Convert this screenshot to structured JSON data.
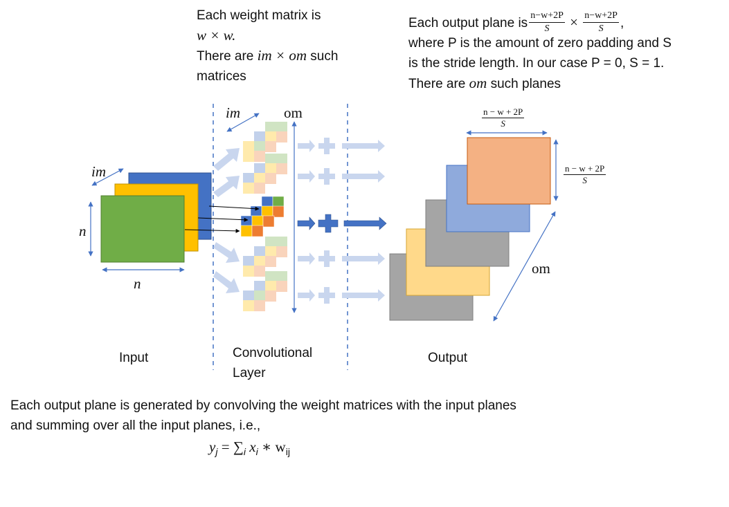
{
  "top_left_note": {
    "line1": "Each weight matrix is",
    "line2_math": "w × w.",
    "line3_prefix": "There are",
    "line3_math": "im × om",
    "line3_suffix": "such",
    "line4": "matrices"
  },
  "top_right_note": {
    "line1_prefix": "Each output plane is",
    "frac_num": "n−w+2P",
    "frac_den": "S",
    "times": "×",
    "comma": ",",
    "line2": "where P is the amount of zero padding and S",
    "line3": "is the stride length. In our case P = 0, S = 1.",
    "line4_prefix": "There are",
    "line4_math": "om",
    "line4_suffix": "such planes"
  },
  "labels": {
    "im_input": "im",
    "n_left": "n",
    "n_bottom": "n",
    "im_conv": "im",
    "om_conv": "om",
    "om_output": "om",
    "out_width_num": "n − w + 2P",
    "out_width_den": "S",
    "out_height_num": "n − w + 2P",
    "out_height_den": "S"
  },
  "section_labels": {
    "input": "Input",
    "conv_line1": "Convolutional",
    "conv_line2": "Layer",
    "output": "Output"
  },
  "bottom_note": {
    "line1": "Each output plane is generated by convolving the weight matrices with the input planes",
    "line2": "and summing over all the input planes, i.e.,",
    "eq_y": "y",
    "eq_y_sub": "j",
    "eq_equals": "=",
    "eq_sum": "∑",
    "eq_sum_sub": "i",
    "eq_x": "x",
    "eq_x_sub": "i",
    "eq_star": "∗",
    "eq_w": "w",
    "eq_w_sub": "ij"
  },
  "colors": {
    "blue": "#4472C4",
    "gold": "#FFC000",
    "green": "#70AD47",
    "orange": "#ED7D31",
    "gray": "#A5A5A5",
    "light_gold": "#FFD98A",
    "light_blue": "#8FAADC",
    "salmon": "#F4B183",
    "arrow_light": "#C9D6EE"
  }
}
